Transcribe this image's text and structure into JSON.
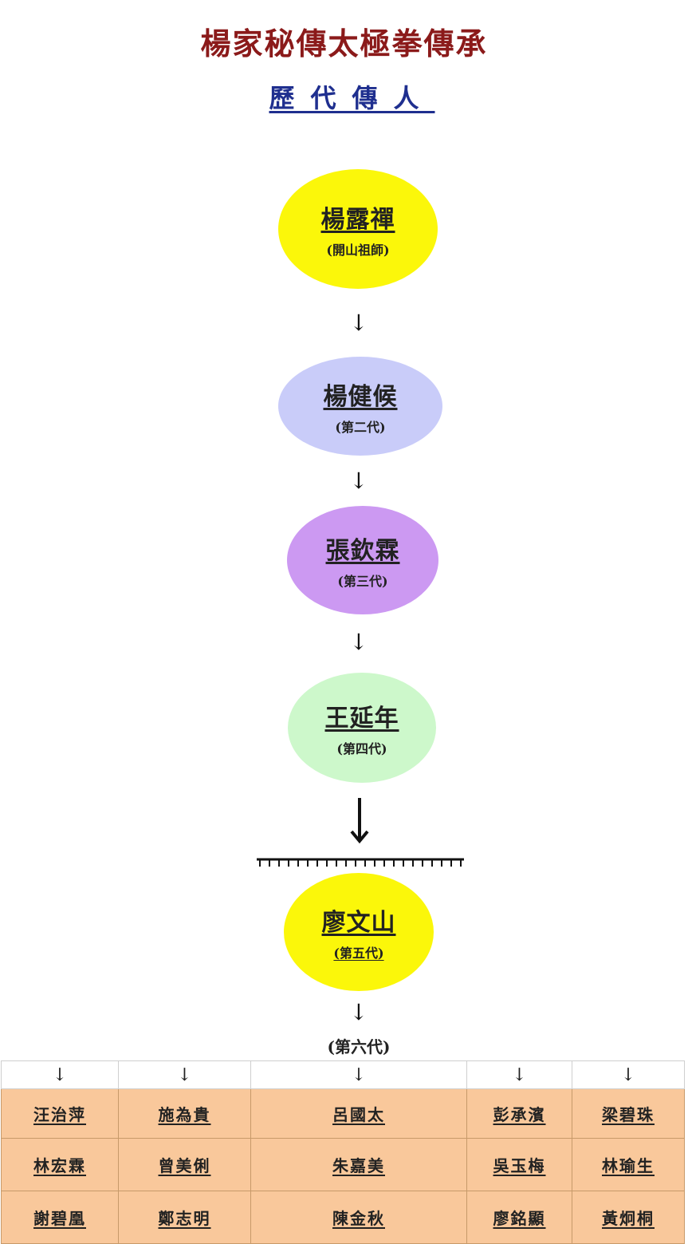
{
  "title": "楊家秘傳太極拳傳承",
  "subtitle": "歷代傳人",
  "lineage": [
    {
      "name": "楊露禪",
      "generation": "(開山祖師)",
      "color": "#fbf70a"
    },
    {
      "name": "楊健候",
      "generation": "(第二代)",
      "color": "#c9ccf9"
    },
    {
      "name": "張欽霖",
      "generation": "(第三代)",
      "color": "#cc99f2"
    },
    {
      "name": "王延年",
      "generation": "(第四代)",
      "color": "#cdf8cb"
    },
    {
      "name": "廖文山",
      "generation": "(第五代)",
      "color": "#fbf70a"
    }
  ],
  "arrow_glyph": "↓",
  "sixth_generation_label": "(第六代)",
  "sixth_generation": [
    [
      "汪治萍",
      "施為貴",
      "呂國太",
      "彭承濱",
      "梁碧珠"
    ],
    [
      "林宏霖",
      "曾美俐",
      "朱嘉美",
      "吳玉梅",
      "林瑜生"
    ],
    [
      "謝碧凰",
      "鄭志明",
      "陳金秋",
      "廖銘顯",
      "黃炯桐"
    ]
  ],
  "table_fill_color": "#f9c89b"
}
